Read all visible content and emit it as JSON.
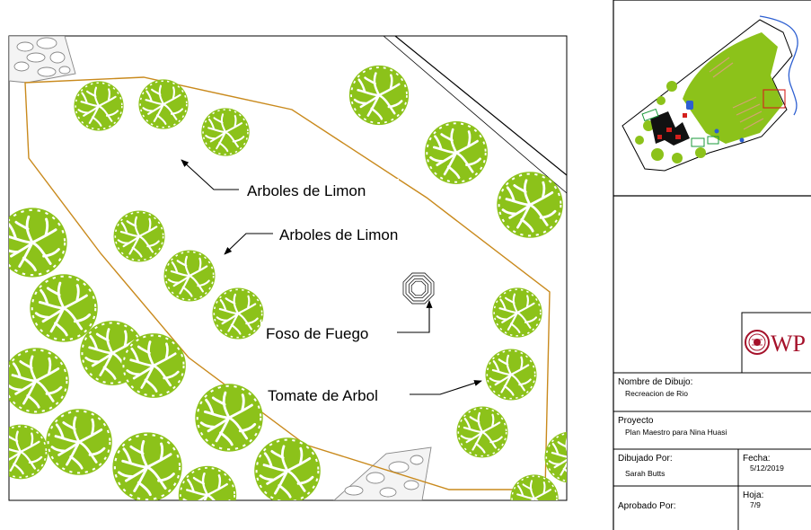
{
  "colors": {
    "tree": "#8cc21a",
    "tree_line": "#ffffff",
    "path": "#c98a1d",
    "frame": "#000000",
    "paving": "#c8c8c8",
    "logo": "#a5112a",
    "highlight": "#d4201c",
    "water": "#2d5fd1"
  },
  "plan": {
    "labels": {
      "lemon_top": "Arboles de Limon",
      "lemon_mid": "Arboles de Limon",
      "fire_pit": "Foso de Fuego",
      "tree_tomato": "Tomate de Arbol"
    },
    "icons": {
      "tree": "tree-canopy-icon",
      "fire_pit": "octagon-icon",
      "arrow": "arrow-icon"
    }
  },
  "title_block": {
    "logo_text": "WP",
    "drawing_name_label": "Nombre de Dibujo:",
    "drawing_name_value": "Recreacion de Rio",
    "project_label": "Proyecto",
    "project_value": "Plan Maestro para Nina Huasi",
    "drawn_by_label": "Dibujado Por:",
    "drawn_by_value": "Sarah Butts",
    "date_label": "Fecha:",
    "date_value": "5/12/2019",
    "approved_by_label": "Aprobado Por:",
    "sheet_label": "Hoja:",
    "sheet_value": "7/9"
  }
}
